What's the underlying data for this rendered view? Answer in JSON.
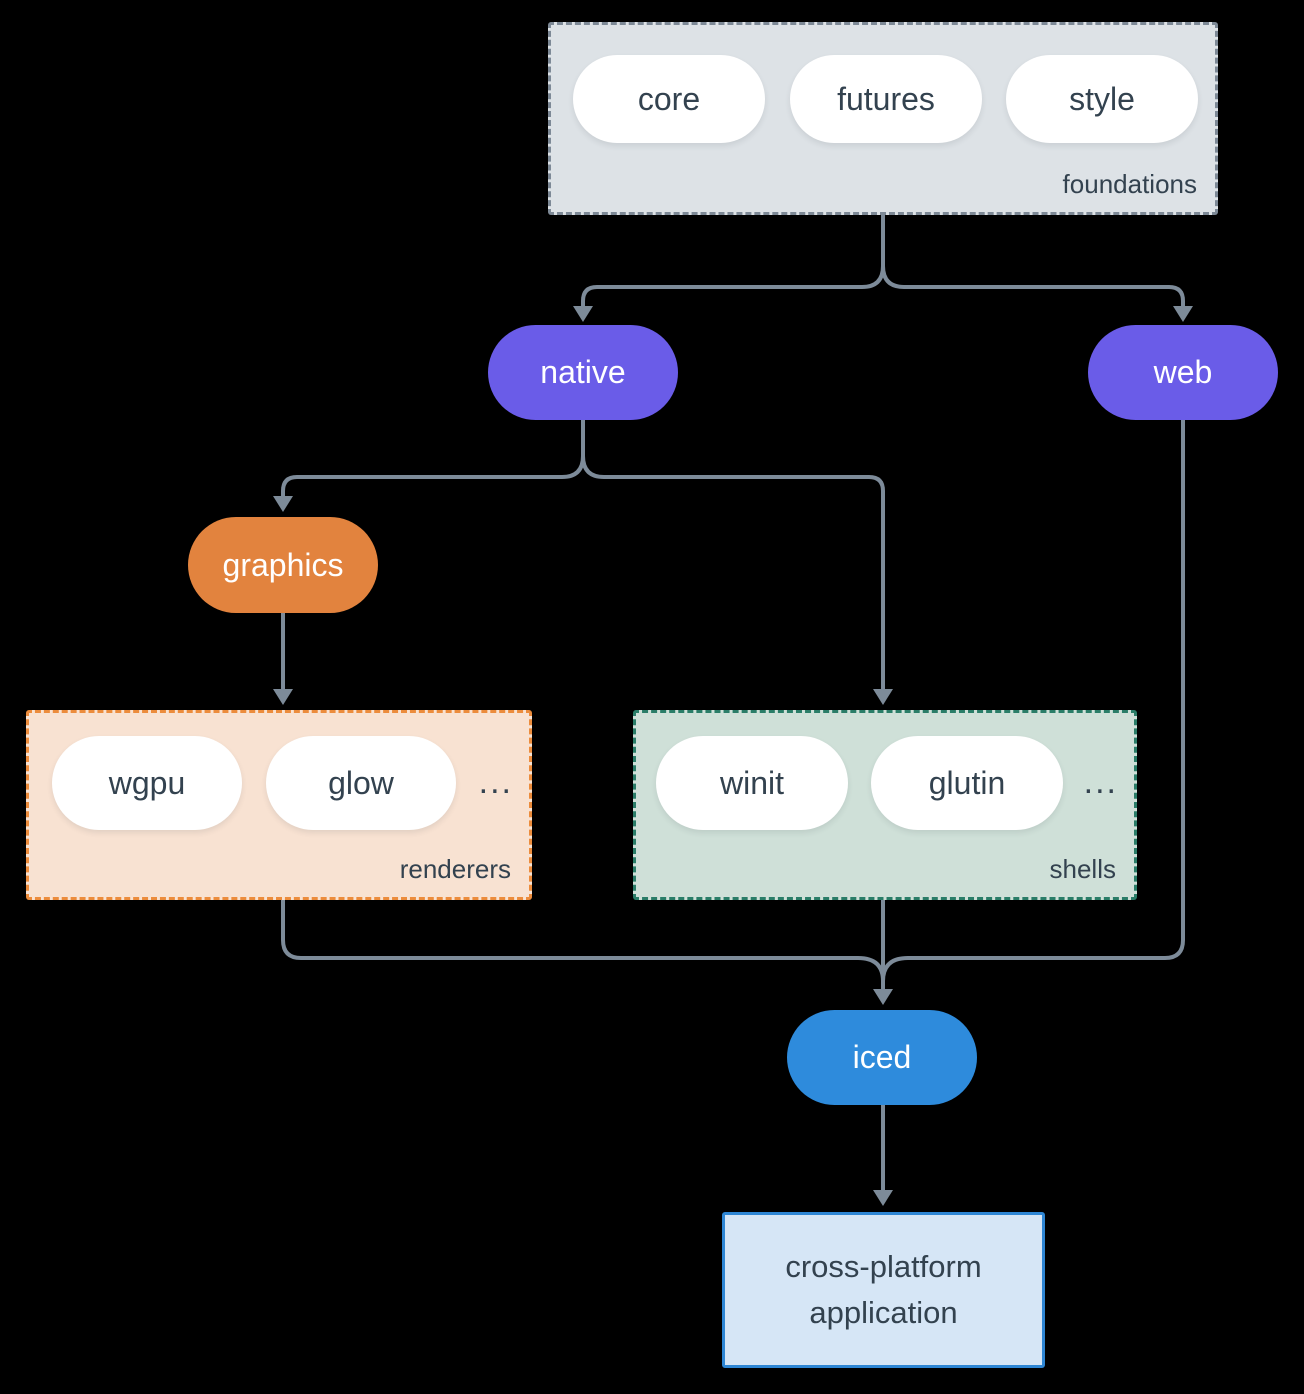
{
  "colors": {
    "background": "#000000",
    "connector": "#7d8b99",
    "pill_text": "#33424f",
    "node_purple": "#6a5ce8",
    "node_orange": "#e2833e",
    "node_blue": "#2e8bdc",
    "foundations_fill": "#dde2e6",
    "foundations_border": "#7d8996",
    "renderers_fill": "#f8e2d2",
    "renderers_border": "#ec8c3c",
    "shells_fill": "#cfe0d8",
    "shells_border": "#2a7d68",
    "application_fill": "#d6e6f6",
    "application_border": "#2e86d4"
  },
  "groups": {
    "foundations": {
      "label": "foundations",
      "items": [
        "core",
        "futures",
        "style"
      ]
    },
    "renderers": {
      "label": "renderers",
      "items": [
        "wgpu",
        "glow"
      ],
      "ellipsis": "..."
    },
    "shells": {
      "label": "shells",
      "items": [
        "winit",
        "glutin"
      ],
      "ellipsis": "..."
    }
  },
  "nodes": {
    "native": "native",
    "web": "web",
    "graphics": "graphics",
    "iced": "iced",
    "application": "cross-platform application"
  }
}
